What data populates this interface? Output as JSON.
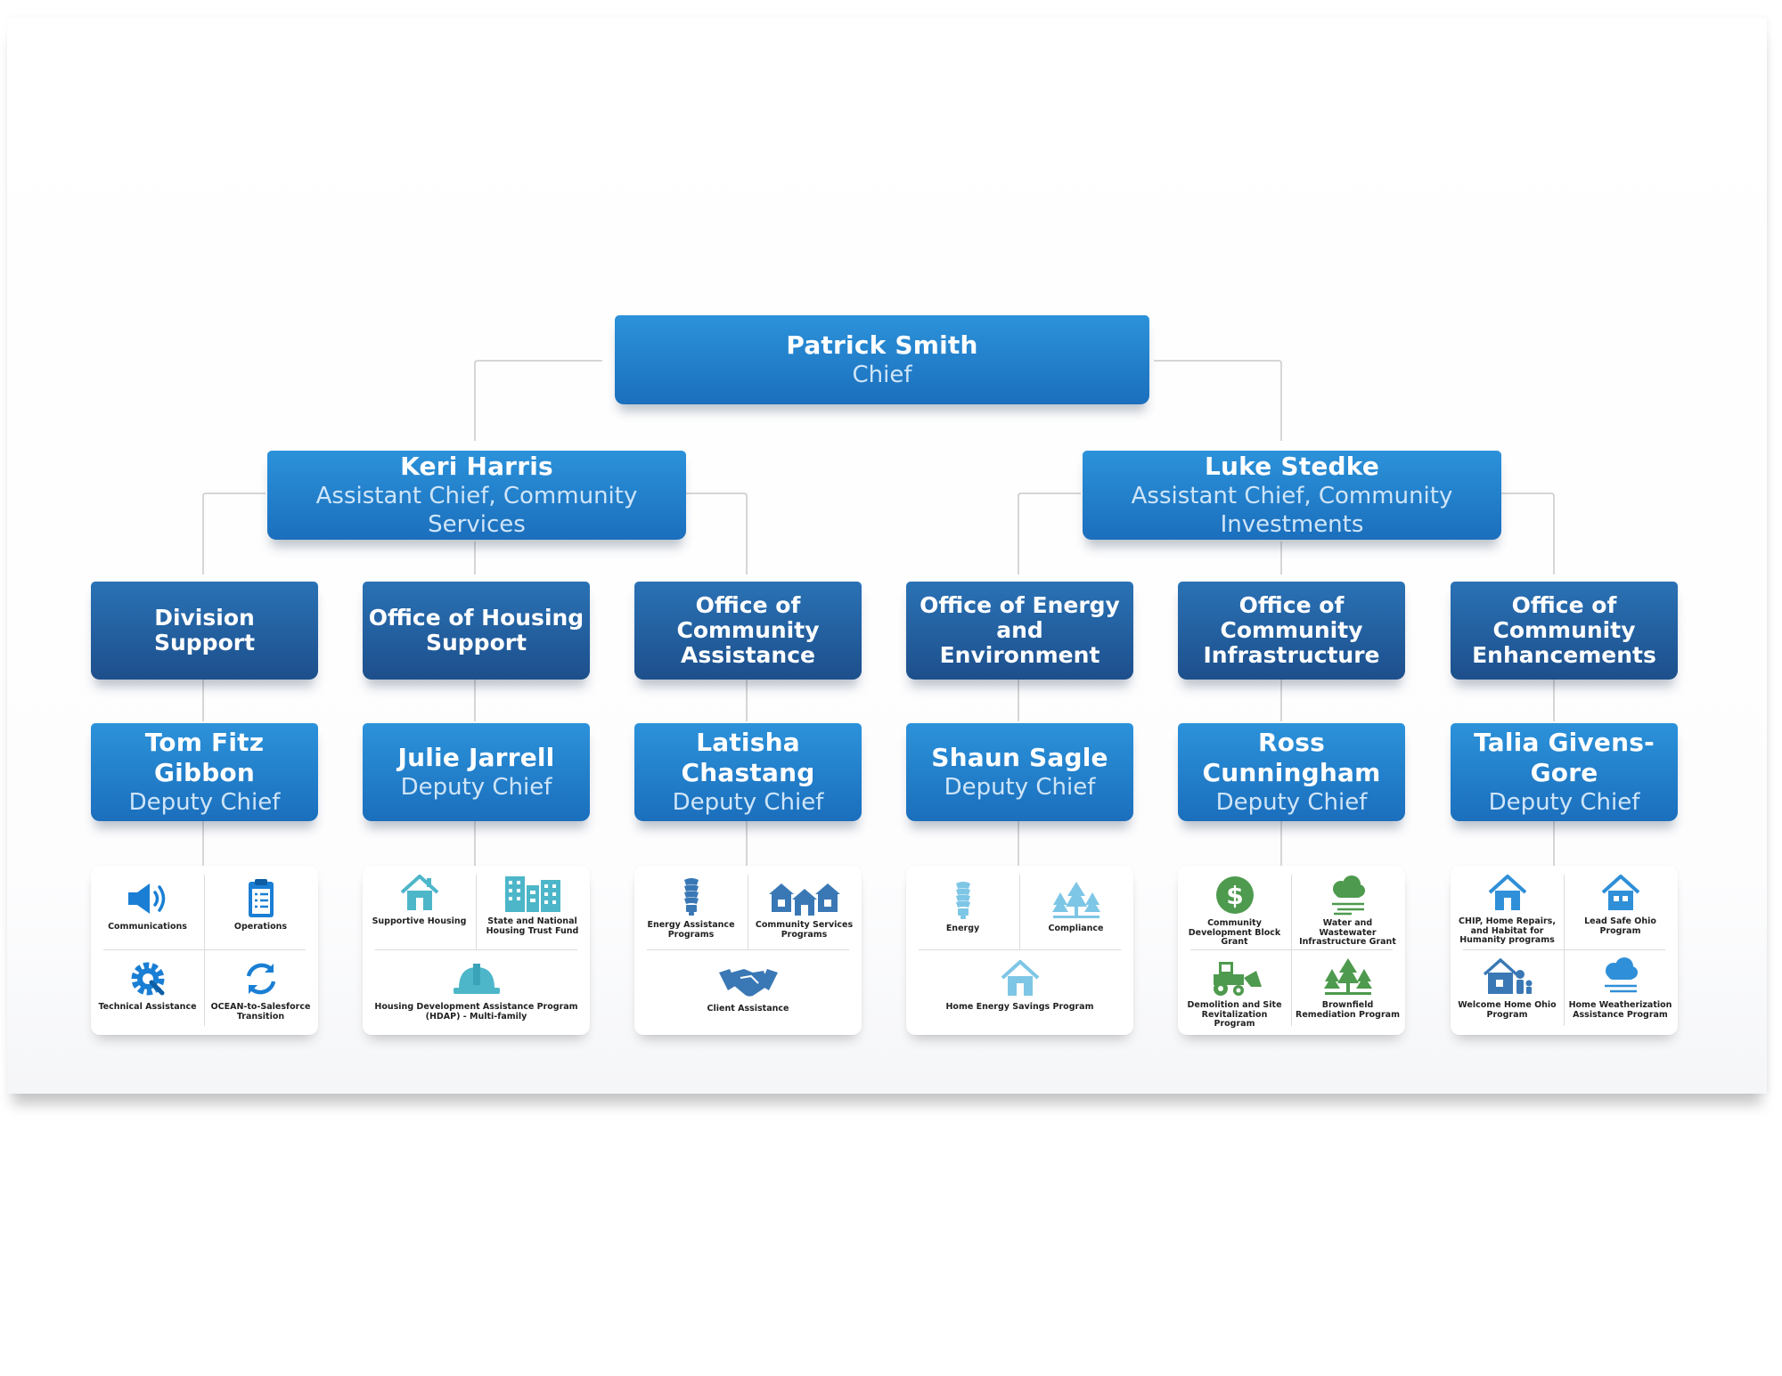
{
  "colors": {
    "node_primary": "#1f7fcf",
    "node_office": "#1f5c9e",
    "icon_blue": "#1a7fd4",
    "icon_teal": "#4db6c9",
    "icon_steel": "#3a78b5",
    "icon_lightblue": "#7ec6e6",
    "icon_green": "#4e9a4e",
    "connector": "#c8c8c8"
  },
  "chief": {
    "name": "Patrick Smith",
    "title": "Chief"
  },
  "assistants": [
    {
      "name": "Keri Harris",
      "title": "Assistant Chief, Community Services"
    },
    {
      "name": "Luke Stedke",
      "title": "Assistant Chief, Community Investments"
    }
  ],
  "offices": [
    {
      "line1": "Division",
      "line2": "Support",
      "deputy": "Tom Fitz Gibbon",
      "deputy_title": "Deputy Chief",
      "programs": [
        {
          "label": "Communications",
          "icon": "megaphone-icon"
        },
        {
          "label": "Operations",
          "icon": "clipboard-icon"
        },
        {
          "label": "Technical Assistance",
          "icon": "gear-wrench-icon"
        },
        {
          "label": "OCEAN-to-Salesforce Transition",
          "icon": "refresh-icon"
        }
      ]
    },
    {
      "line1": "Office of Housing",
      "line2": "Support",
      "deputy": "Julie Jarrell",
      "deputy_title": "Deputy Chief",
      "programs": [
        {
          "label": "Supportive Housing",
          "icon": "house-icon"
        },
        {
          "label": "State and National Housing Trust Fund",
          "icon": "buildings-icon"
        },
        {
          "label": "Housing Development Assistance Program (HDAP) - Multi-family",
          "icon": "hardhat-icon"
        }
      ]
    },
    {
      "line1": "Office of Community",
      "line2": "Assistance",
      "deputy": "Latisha Chastang",
      "deputy_title": "Deputy Chief",
      "programs": [
        {
          "label": "Energy Assistance Programs",
          "icon": "lightbulb-icon"
        },
        {
          "label": "Community Services Programs",
          "icon": "houses-icon"
        },
        {
          "label": "Client Assistance",
          "icon": "handshake-icon"
        }
      ]
    },
    {
      "line1": "Office of Energy and",
      "line2": "Environment",
      "deputy": "Shaun Sagle",
      "deputy_title": "Deputy Chief",
      "programs": [
        {
          "label": "Energy",
          "icon": "lightbulb-icon"
        },
        {
          "label": "Compliance",
          "icon": "trees-icon"
        },
        {
          "label": "Home Energy Savings Program",
          "icon": "house-icon"
        }
      ]
    },
    {
      "line1": "Office of Community",
      "line2": "Infrastructure",
      "deputy": "Ross Cunningham",
      "deputy_title": "Deputy Chief",
      "programs": [
        {
          "label": "Community Development Block Grant",
          "icon": "dollar-icon"
        },
        {
          "label": "Water and Wastewater Infrastructure Grant",
          "icon": "rain-cloud-icon"
        },
        {
          "label": "Demolition and Site Revitalization Program",
          "icon": "bulldozer-icon"
        },
        {
          "label": "Brownfield Remediation Program",
          "icon": "trees-icon"
        }
      ]
    },
    {
      "line1": "Office of Community",
      "line2": "Enhancements",
      "deputy": "Talia Givens-Gore",
      "deputy_title": "Deputy Chief",
      "programs": [
        {
          "label": "CHIP, Home Repairs, and Habitat for Humanity programs",
          "icon": "house-icon"
        },
        {
          "label": "Lead Safe Ohio Program",
          "icon": "house-icon"
        },
        {
          "label": "Welcome Home Ohio Program",
          "icon": "family-house-icon"
        },
        {
          "label": "Home Weatherization Assistance Program",
          "icon": "rain-cloud-icon"
        }
      ]
    }
  ]
}
